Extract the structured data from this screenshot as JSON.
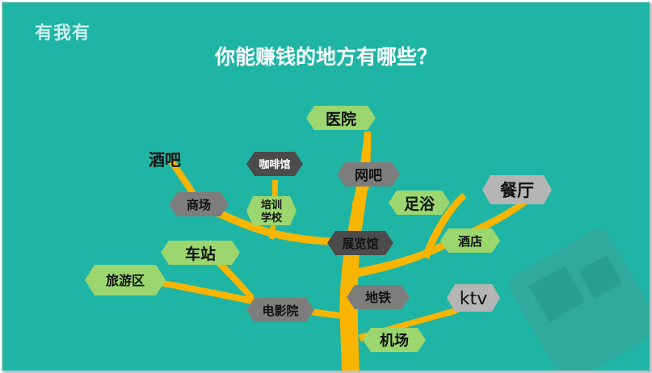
{
  "header": {
    "logo_text": "有我有",
    "title": "你能赚钱的地方有哪些？"
  },
  "colors": {
    "background": "#1fb5a5",
    "branch": "#f7b500",
    "green_node": "#9bd66e",
    "dark_gray_node": "#4b4b4b",
    "gray_node": "#7d7d7d",
    "light_gray_node": "#b5b5b5"
  },
  "nodes": [
    {
      "id": "hospital",
      "label": "医院",
      "style": "green"
    },
    {
      "id": "bar",
      "label": "酒吧",
      "style": "plain"
    },
    {
      "id": "cafe",
      "label": "咖啡馆",
      "style": "dark"
    },
    {
      "id": "netcafe",
      "label": "网吧",
      "style": "gray"
    },
    {
      "id": "mall",
      "label": "商场",
      "style": "gray"
    },
    {
      "id": "school",
      "label": "培训\n学校",
      "style": "green"
    },
    {
      "id": "foot_bath",
      "label": "足浴",
      "style": "green"
    },
    {
      "id": "restaurant",
      "label": "餐厅",
      "style": "light"
    },
    {
      "id": "station",
      "label": "车站",
      "style": "green"
    },
    {
      "id": "exhibition",
      "label": "展览馆",
      "style": "dark"
    },
    {
      "id": "hotel",
      "label": "酒店",
      "style": "green"
    },
    {
      "id": "scenic",
      "label": "旅游区",
      "style": "green"
    },
    {
      "id": "subway",
      "label": "地铁",
      "style": "gray"
    },
    {
      "id": "ktv",
      "label": "ktv",
      "style": "light"
    },
    {
      "id": "cinema",
      "label": "电影院",
      "style": "gray"
    },
    {
      "id": "airport",
      "label": "机场",
      "style": "green"
    }
  ]
}
